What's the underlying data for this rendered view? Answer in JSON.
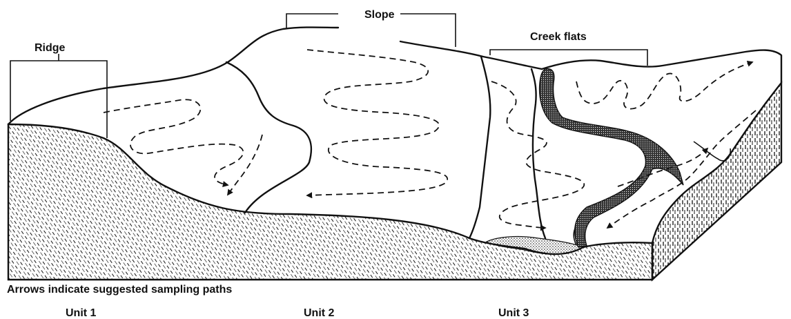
{
  "labels": {
    "ridge": "Ridge",
    "slope": "Slope",
    "creek_flats": "Creek flats"
  },
  "caption": "Arrows indicate suggested sampling paths",
  "units": [
    "Unit 1",
    "Unit 2",
    "Unit 3"
  ],
  "colors": {
    "ink": "#111111",
    "background": "#ffffff"
  }
}
